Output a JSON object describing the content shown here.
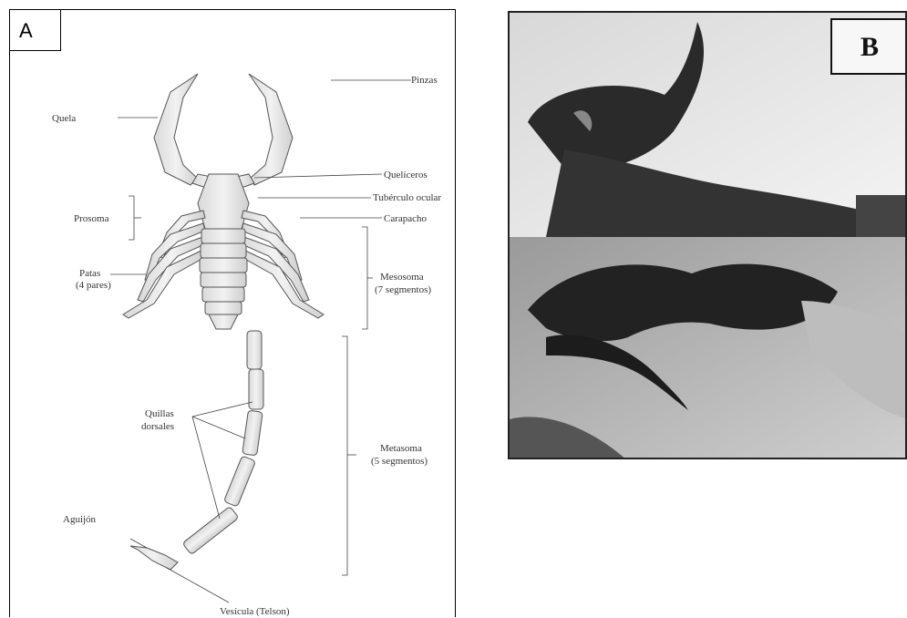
{
  "panel_a": {
    "tag": "A",
    "labels": {
      "pinzas": "Pinzas",
      "quela": "Quela",
      "queliceros": "Quelíceros",
      "tuberculo": "Tubérculo ocular",
      "prosoma": "Prosoma",
      "carapacho": "Carapacho",
      "patas_1": "Patas",
      "patas_2": "(4 pares)",
      "mesosoma_1": "Mesosoma",
      "mesosoma_2": "(7 segmentos)",
      "quillas_1": "Quillas",
      "quillas_2": "dorsales",
      "metasoma_1": "Metasoma",
      "metasoma_2": "(5 segmentos)",
      "aguijon": "Aguijón",
      "vesicula": "Vesícula (Telson)"
    }
  },
  "panel_b": {
    "tag": "B"
  }
}
